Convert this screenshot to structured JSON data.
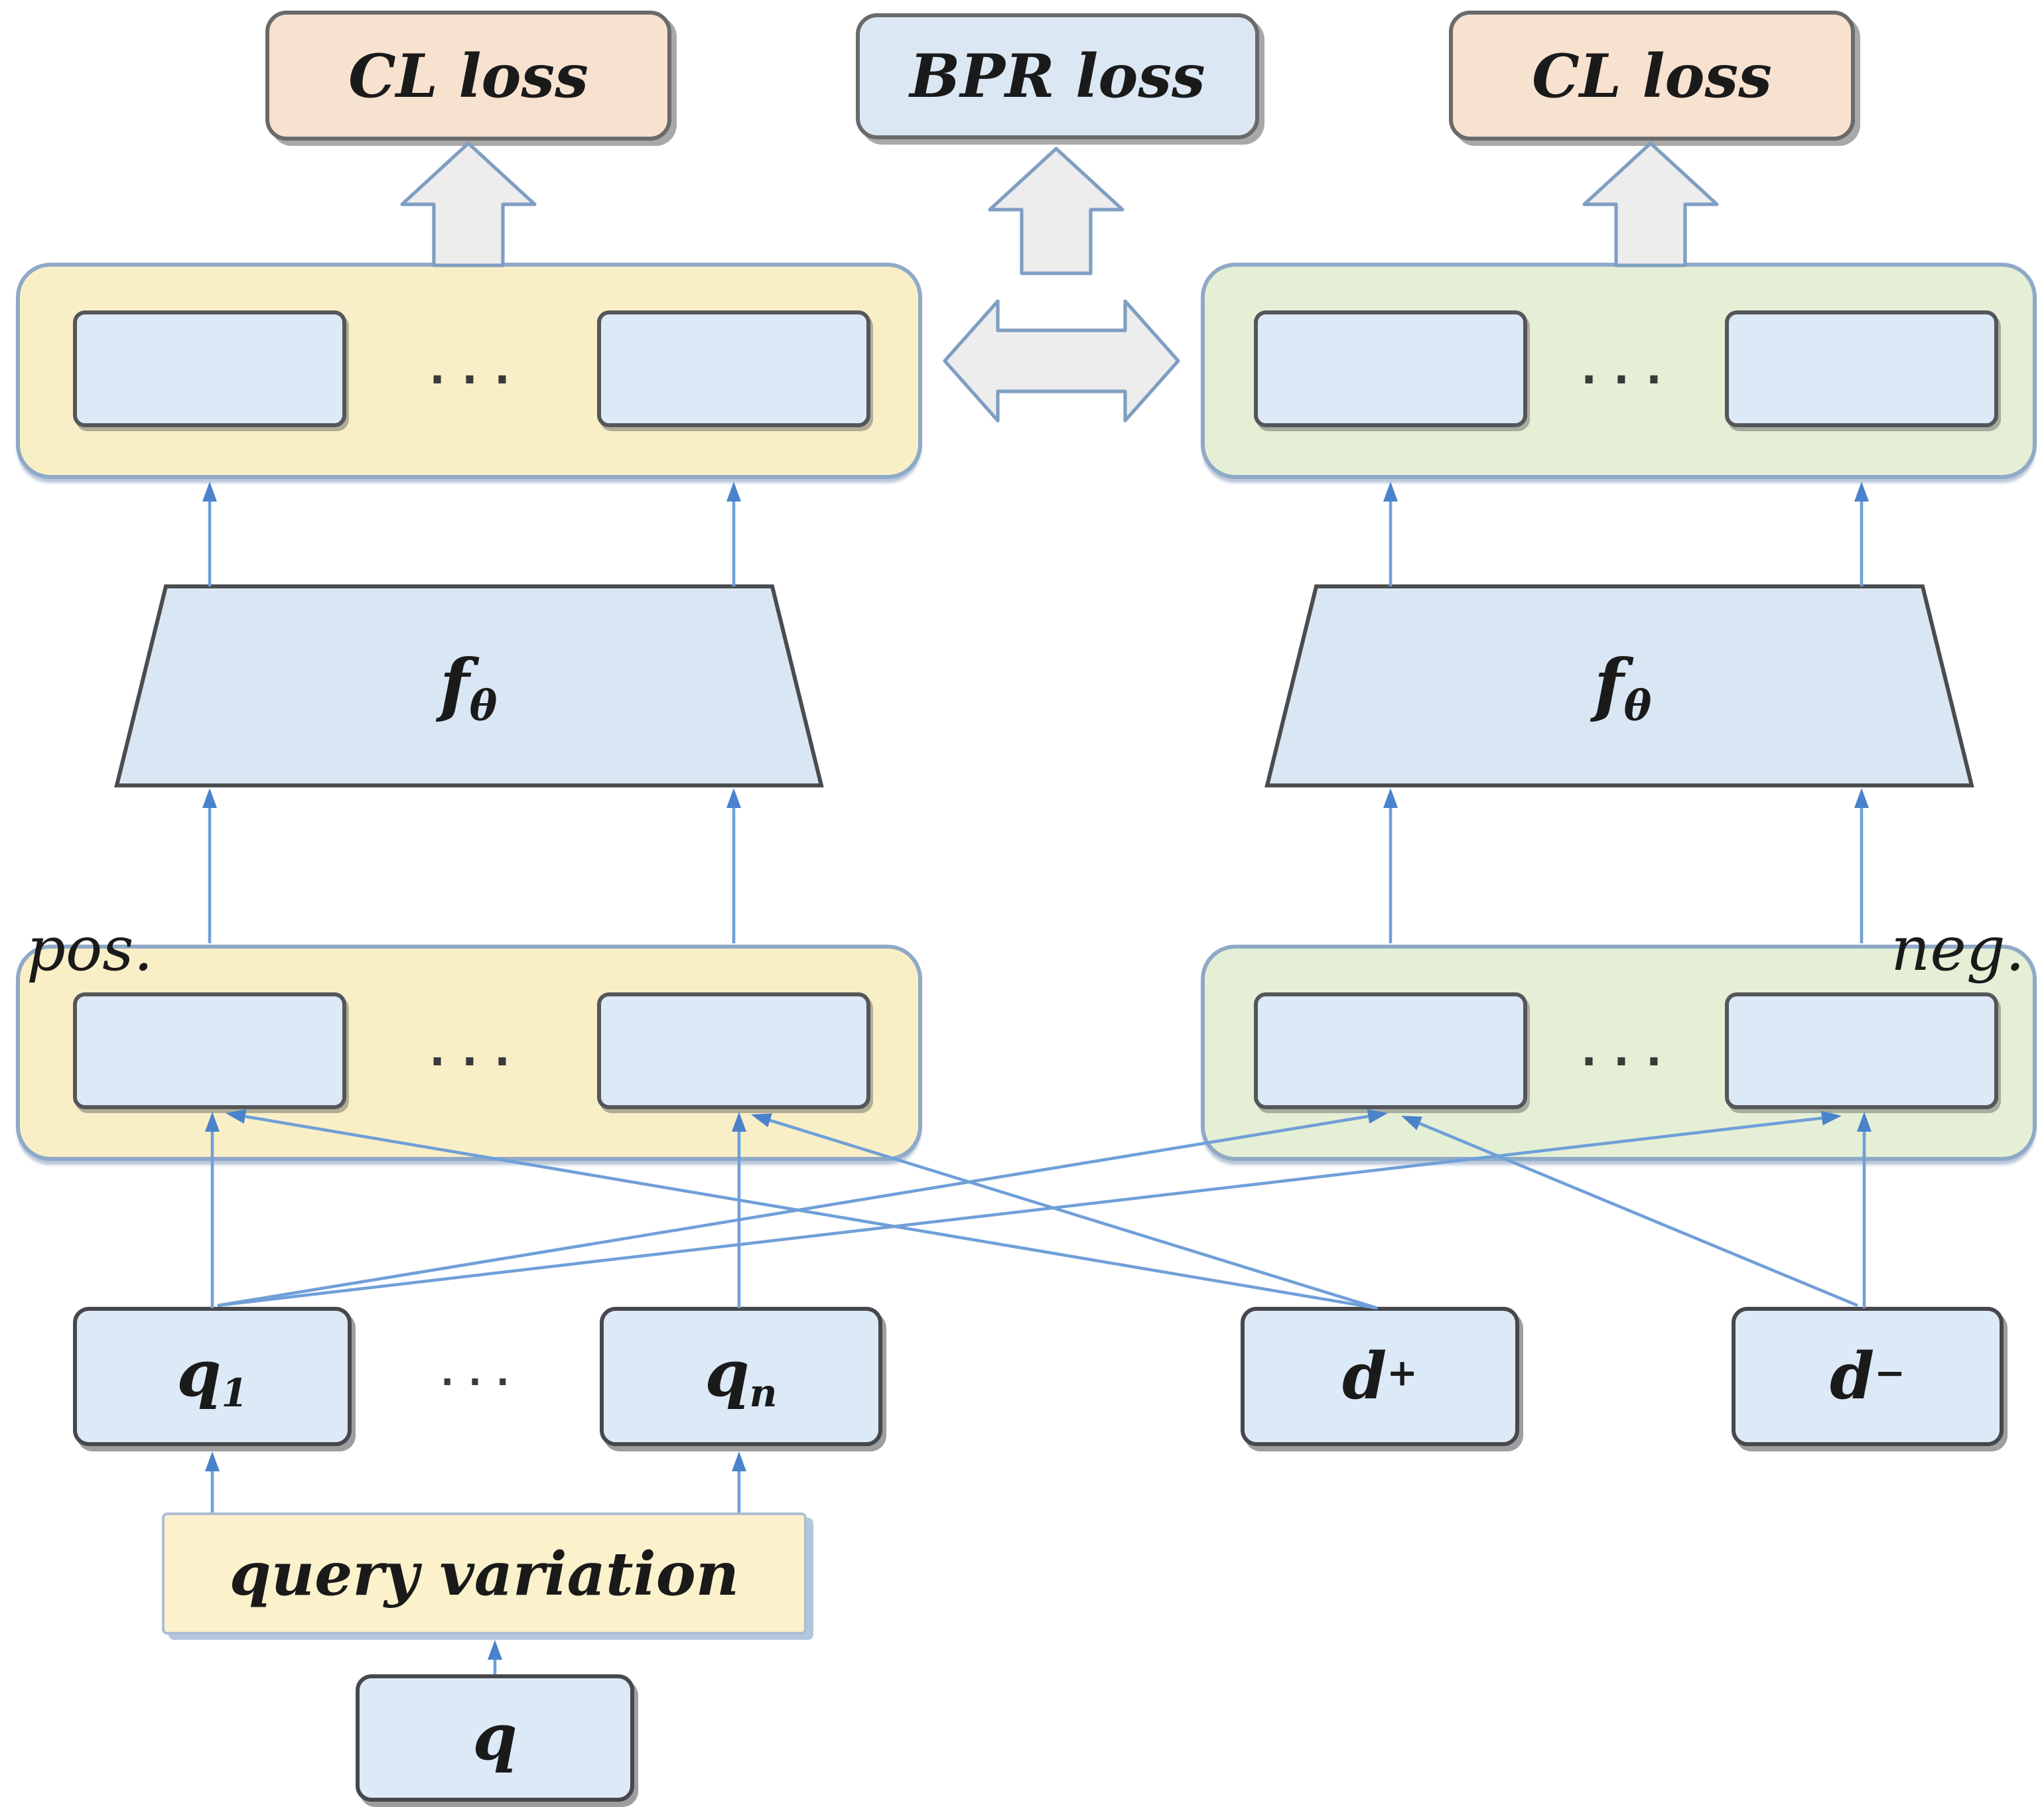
{
  "figure": {
    "losses": {
      "cl_left": "CL loss",
      "bpr": "BPR loss",
      "cl_right": "CL loss"
    },
    "encoder": {
      "base": "f",
      "sub": "θ"
    },
    "groups": {
      "positive": "pos.",
      "negative": "neg."
    },
    "ellipsis": "...",
    "inputs": {
      "q1": {
        "base": "q",
        "sub": "1"
      },
      "qn": {
        "base": "q",
        "sub": "n"
      },
      "dpos": {
        "base": "d",
        "sup": "+"
      },
      "dneg": {
        "base": "d",
        "sup": "−"
      },
      "q": {
        "base": "q"
      }
    },
    "process": {
      "query_variation": "query variation"
    },
    "colors": {
      "thin_arrow_line": "#6f9fd8",
      "thin_arrow_head": "#4a82cc",
      "embedding_box_fill": "#dce9f6",
      "embedding_box_border": "#55565a",
      "container_yellow": "#f9efc7",
      "container_green": "#e4efd5",
      "container_border": "#8fa9c7",
      "loss_peach": "#f7e2d0",
      "loss_blue": "#dbe8f4",
      "loss_border": "#6a6a6a",
      "block_arrow_fill": "#ededed",
      "block_arrow_border": "#7f9ec2",
      "trapezoid_fill": "#d9e7f5",
      "trapezoid_border": "#4b4c4e",
      "query_variation_fill": "#fbf2cb",
      "query_variation_border": "#aebdd3",
      "text": "#1a1a1a"
    }
  }
}
